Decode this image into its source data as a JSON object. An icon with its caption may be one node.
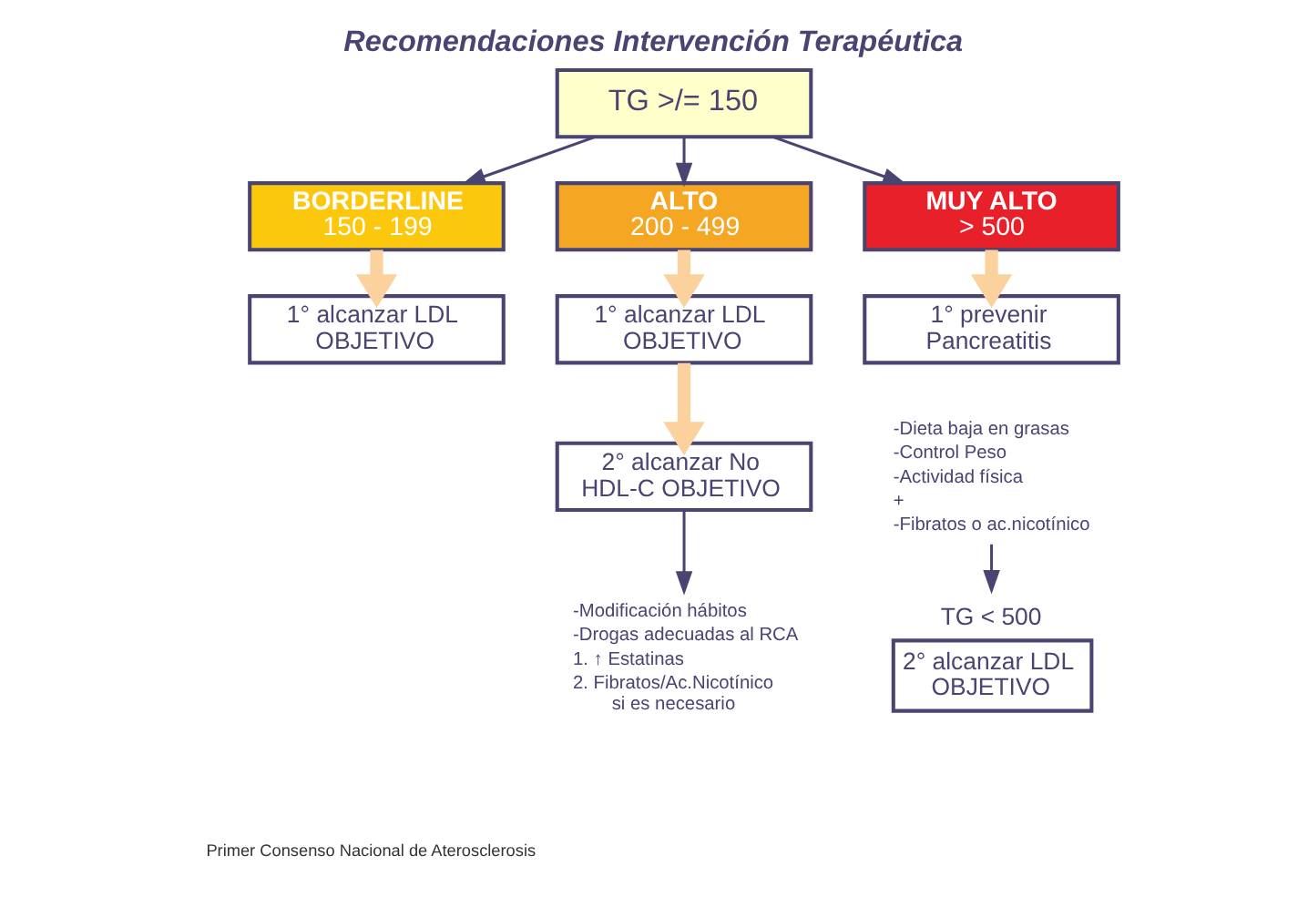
{
  "diagram": {
    "title": "Recomendaciones Intervención Terapéutica",
    "nodes": [
      {
        "text": [
          "TG >/= 150"
        ]
      },
      {
        "text": [
          "BORDERLINE",
          "150 - 199"
        ]
      },
      {
        "text": [
          "ALTO",
          "200 - 499"
        ]
      },
      {
        "text": [
          "MUY ALTO",
          "> 500"
        ]
      },
      {
        "text": [
          "1° alcanzar LDL OBJETIVO"
        ]
      },
      {
        "text": [
          "1° alcanzar LDL OBJETIVO"
        ]
      },
      {
        "text": [
          "2° alcanzar No HDL-C OBJETIVO"
        ]
      },
      {
        "text": [
          "-Modificación hábitos",
          "-Drogas adecuadas al RCA",
          "1. ↑ Estatinas",
          "2. Fibratos/Ac.Nicotínico si es necesario"
        ]
      },
      {
        "text": [
          "1° prevenir Pancreatitis"
        ]
      },
      {
        "text": [
          "-Dieta baja en grasas",
          "-Control Peso",
          "-Actividad física",
          "+",
          "-Fibratos o ac.nicotínico"
        ]
      },
      {
        "text": [
          "TG < 500",
          "2° alcanzar LDL OBJETIVO"
        ]
      }
    ],
    "edges": [
      {
        "from": 0,
        "to": 1,
        "arrow": "to"
      },
      {
        "from": 0,
        "to": 2,
        "arrow": "to"
      },
      {
        "from": 0,
        "to": 3,
        "arrow": "to"
      },
      {
        "from": 1,
        "to": 4,
        "arrow": "to",
        "style": "thick",
        "color": "#fbd29e"
      },
      {
        "from": 2,
        "to": 5,
        "arrow": "to",
        "style": "thick",
        "color": "#fbd29e"
      },
      {
        "from": 5,
        "to": 6,
        "arrow": "to",
        "style": "thick",
        "color": "#fbd29e"
      },
      {
        "from": 3,
        "to": 8,
        "arrow": "to",
        "style": "thick",
        "color": "#fbd29e"
      },
      {
        "from": 6,
        "to": 7,
        "arrow": "to"
      },
      {
        "from": 9,
        "to": 10,
        "arrow": "to"
      }
    ],
    "labels": [
      "Primer Consenso Nacional de Aterosclerosis"
    ]
  }
}
